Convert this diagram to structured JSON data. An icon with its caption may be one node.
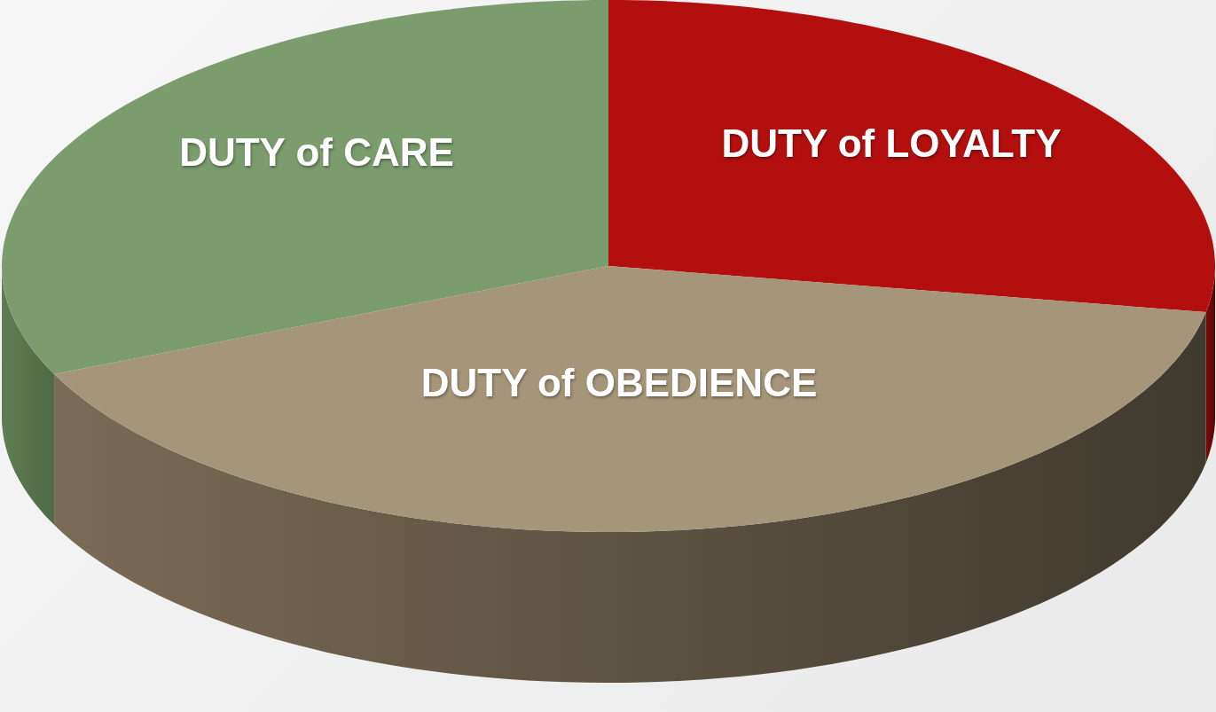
{
  "diagram": {
    "nodes": [
      {
        "text": [
          "DUTY of CARE"
        ]
      },
      {
        "text": [
          "DUTY of LOYALTY"
        ]
      },
      {
        "text": [
          "DUTY of OBEDIENCE"
        ]
      }
    ]
  }
}
